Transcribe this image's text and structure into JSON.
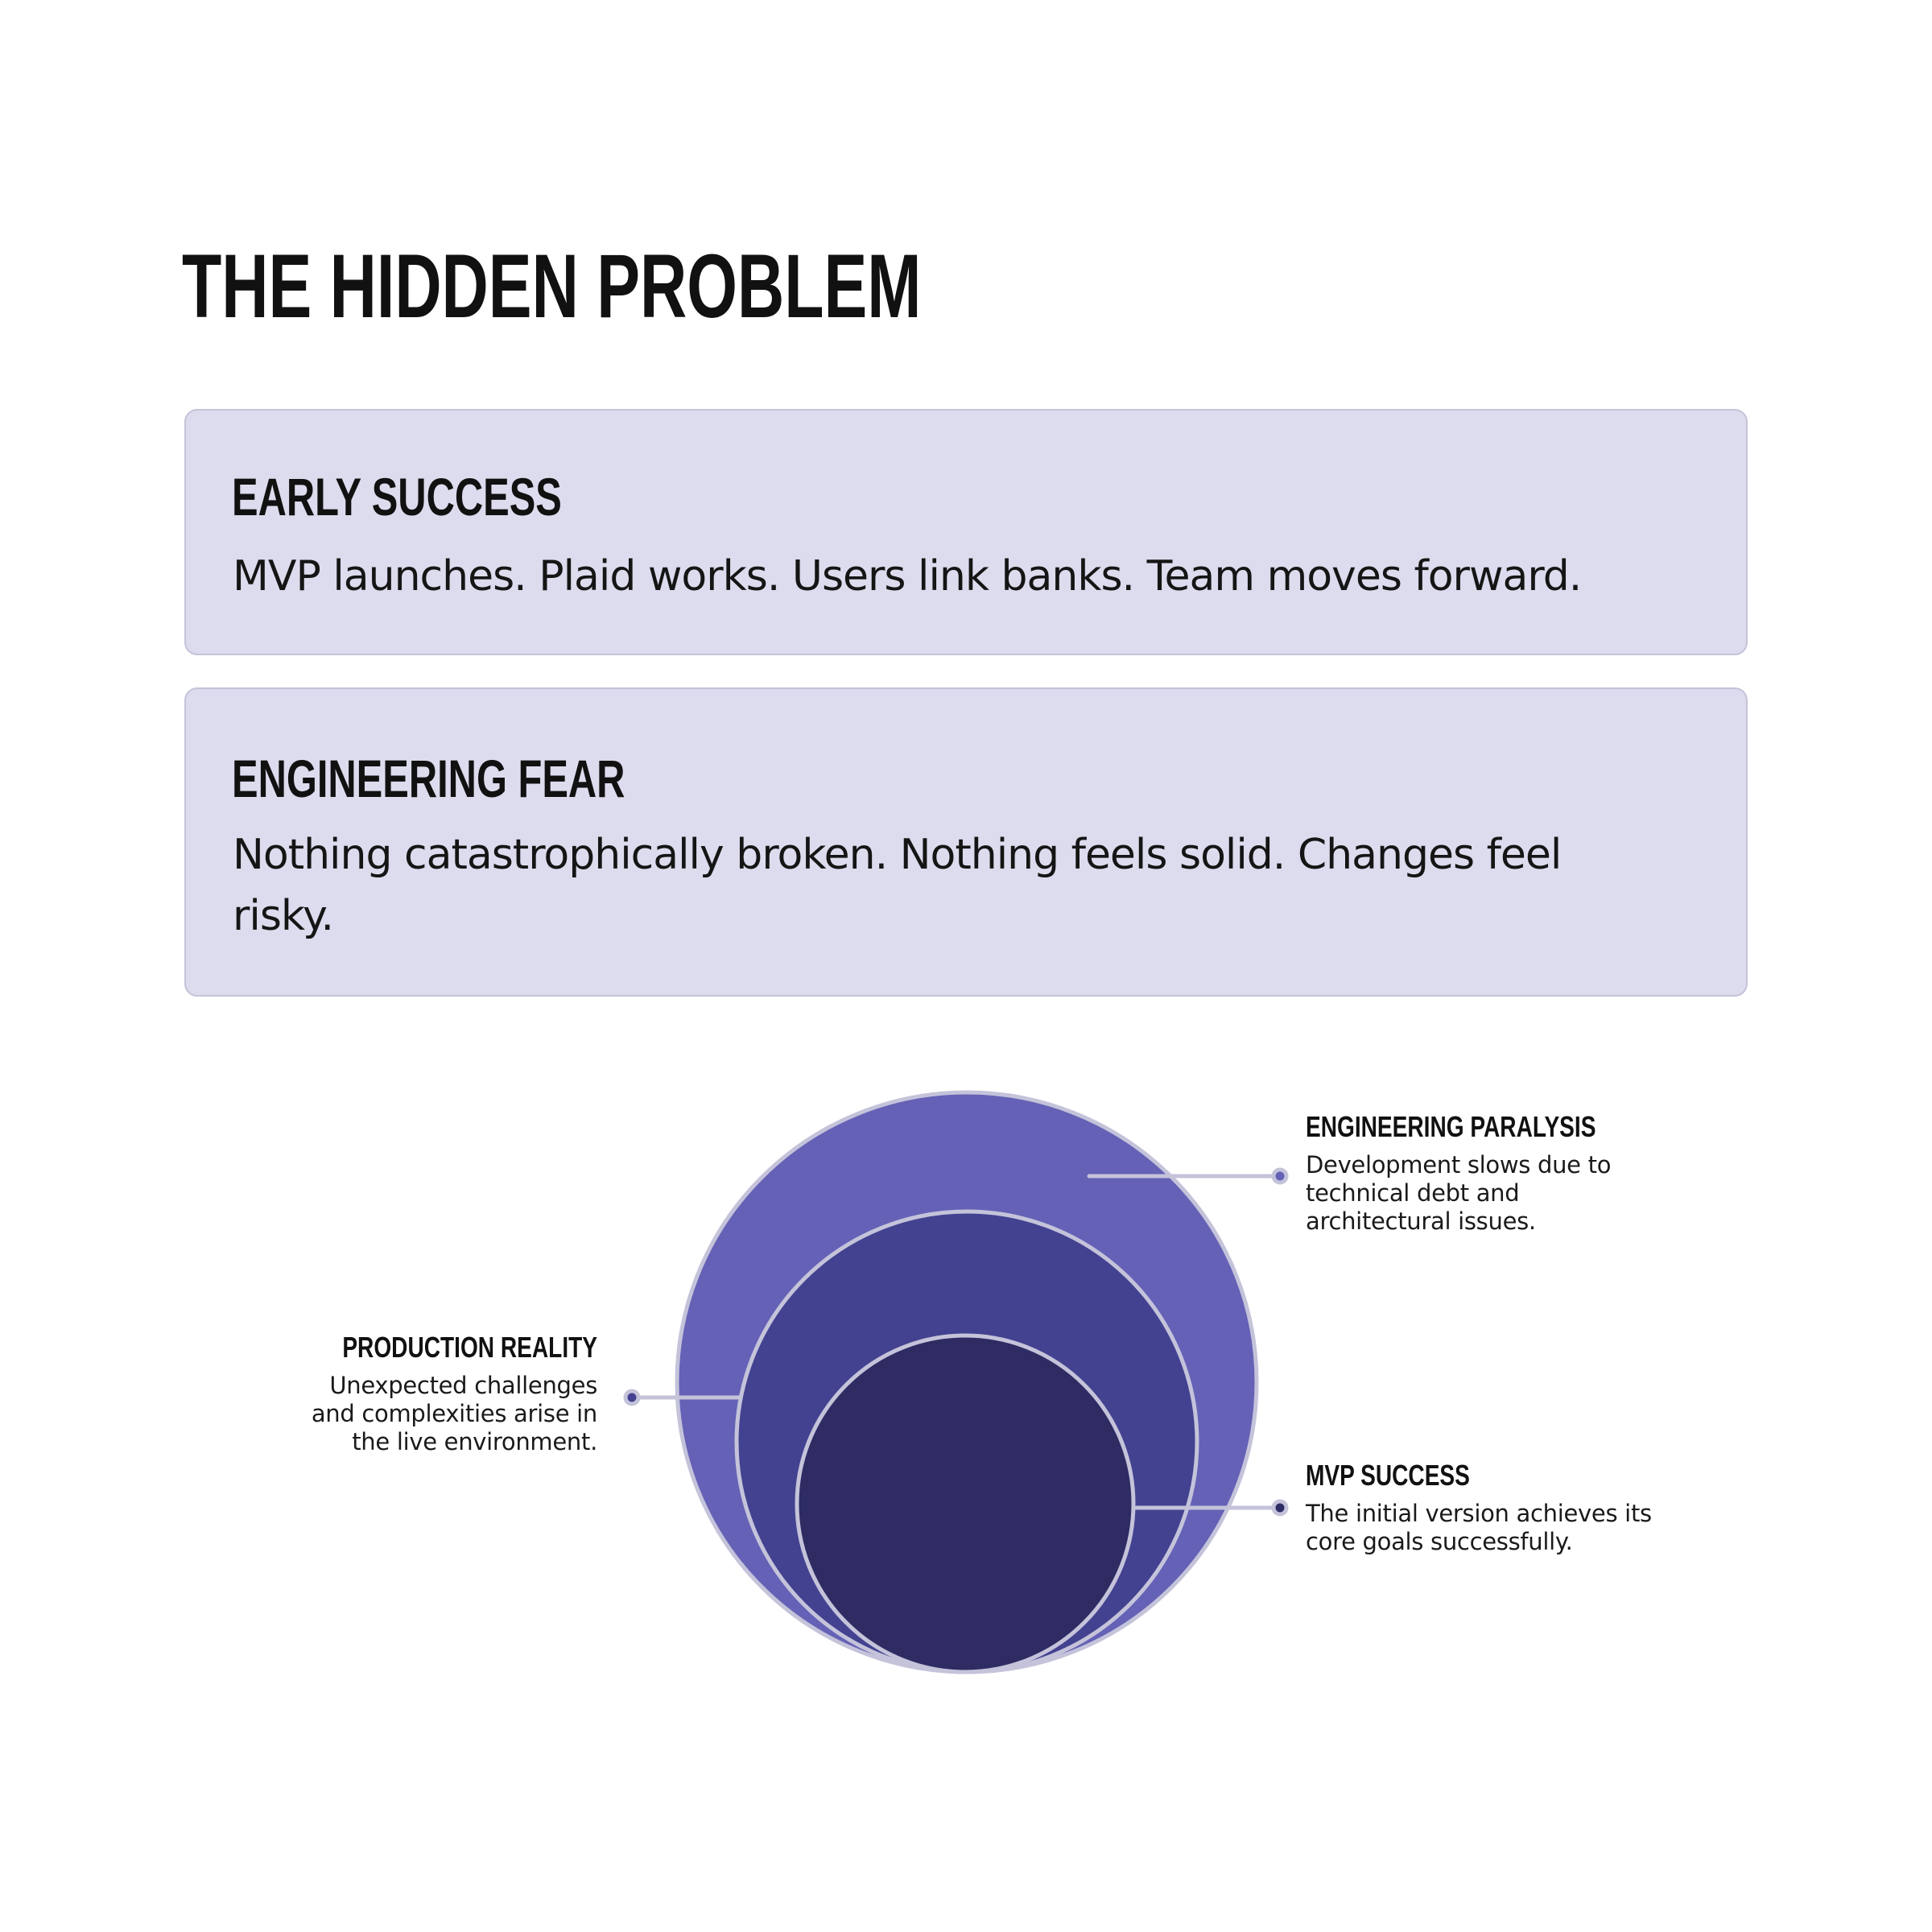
{
  "page": {
    "title": "THE HIDDEN PROBLEM"
  },
  "cards": [
    {
      "heading": "EARLY SUCCESS",
      "body": "MVP launches. Plaid works. Users link banks. Team moves forward."
    },
    {
      "heading": "ENGINEERING FEAR",
      "body": "Nothing catastrophically broken. Nothing feels solid. Changes feel risky."
    }
  ],
  "diagram": {
    "type": "nested-circles",
    "colors": {
      "outer": "#6461b6",
      "middle": "#434290",
      "inner": "#2e2c63",
      "stroke": "#c4c3da",
      "card_bg": "#dcdcee"
    },
    "layers": [
      {
        "name": "outer",
        "heading": "ENGINEERING PARALYSIS",
        "body_lines": [
          "Development slows due to",
          "technical debt and",
          "architectural issues."
        ]
      },
      {
        "name": "middle",
        "heading": "PRODUCTION REALITY",
        "body_lines": [
          "Unexpected challenges",
          "and complexities arise in",
          "the live environment."
        ]
      },
      {
        "name": "inner",
        "heading": "MVP SUCCESS",
        "body_lines": [
          "The initial version achieves its",
          "core goals successfully."
        ]
      }
    ]
  }
}
